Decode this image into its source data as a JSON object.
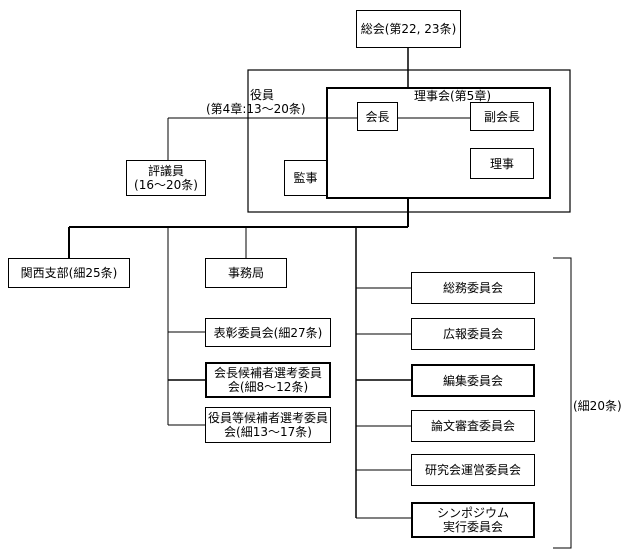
{
  "general_assembly": "総会(第22, 23条)",
  "officers": {
    "title": "役員",
    "article": "(第4章:13〜20条)"
  },
  "board": {
    "title": "理事会(第5章)",
    "president": "会長",
    "vice_president": "副会長",
    "director": "理事"
  },
  "auditor": "監事",
  "councilors": {
    "title": "評議員",
    "article": "(16〜20条)"
  },
  "kansai_branch": "関西支部(細25条)",
  "secretariat": "事務局",
  "left_committees": [
    "表彰委員会(細27条)",
    [
      "会長候補者選考委員",
      "会(細8〜12条)"
    ],
    [
      "役員等候補者選考委員",
      "会(細13〜17条)"
    ]
  ],
  "right_committees": [
    "総務委員会",
    "広報委員会",
    "編集委員会",
    "論文審査委員会",
    "研究会運営委員会",
    [
      "シンポジウム",
      "実行委員会"
    ]
  ],
  "bracket_label": "(細20条)"
}
